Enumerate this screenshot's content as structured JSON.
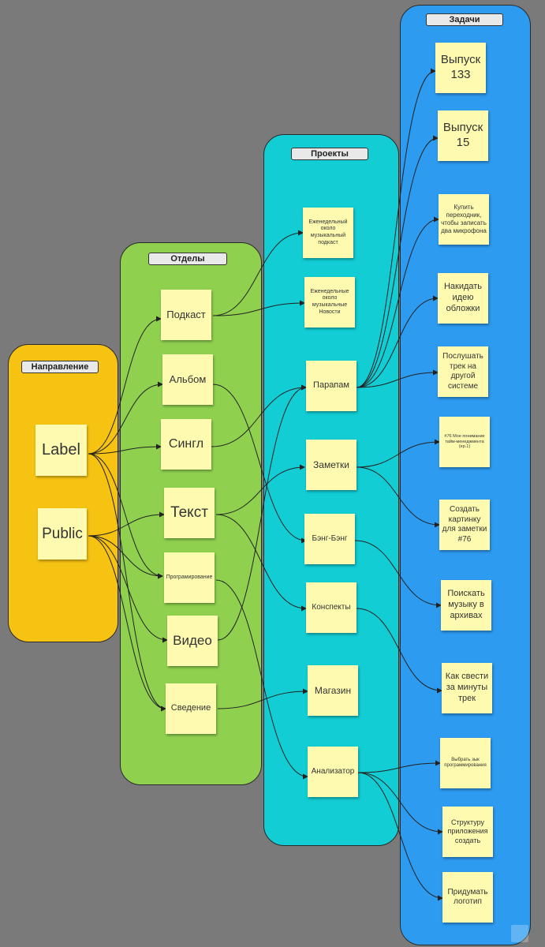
{
  "lanes": {
    "direction": {
      "title": "Направление",
      "color": "#f7c313"
    },
    "departments": {
      "title": "Отделы",
      "color": "#8fd14f"
    },
    "projects": {
      "title": "Проекты",
      "color": "#12cdd4"
    },
    "tasks": {
      "title": "Задачи",
      "color": "#2d9bf0"
    }
  },
  "direction": [
    "Label",
    "Public"
  ],
  "departments": [
    "Подкаст",
    "Альбом",
    "Сингл",
    "Текст",
    "Програмирование",
    "Видео",
    "Сведение"
  ],
  "projects": [
    "Еженедельный около музыкальный подкаст",
    "Еженедельные около музыкальные Новости",
    "Парапам",
    "Заметки",
    "Бэнг-Бэнг",
    "Конспекты",
    "Магазин",
    "Анализатор"
  ],
  "tasks": [
    "Выпуск 133",
    "Выпуск 15",
    "Купить переходник, чтобы записать два микрофона",
    "Накидать идею обложки",
    "Послушать трек на другой системе",
    "#76 Мое понимание тайм-менеджмента (ep.1)",
    "Создать картинку для заметки #76",
    "Поискать музыку в архивах",
    "Как свести за минуты трек",
    "Выбрать зык программирования",
    "Структуру приложения создать",
    "Придумать логотип"
  ]
}
